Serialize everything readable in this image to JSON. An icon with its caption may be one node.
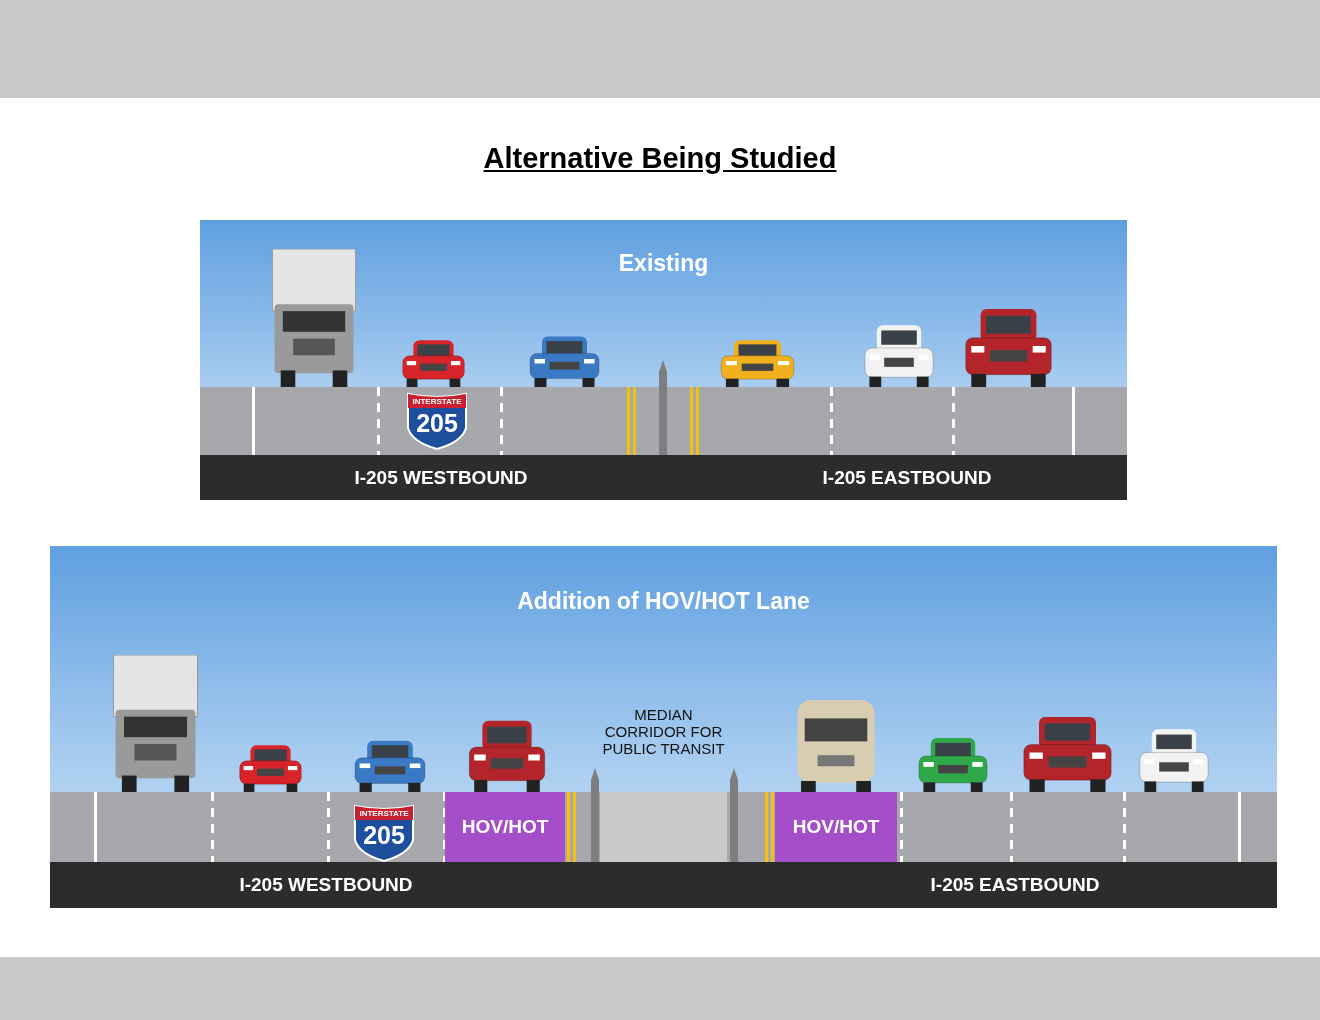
{
  "diagram": {
    "title": "Alternative Being Studied",
    "nodes": [
      {
        "text": [
          "Existing"
        ]
      },
      {
        "text": [
          "INTERSTATE",
          "205"
        ],
        "in": 0
      },
      {
        "text": [
          "Addition of HOV/HOT Lane"
        ]
      },
      {
        "text": [
          "INTERSTATE",
          "205"
        ],
        "in": 2
      },
      {
        "text": [
          "HOV/HOT"
        ],
        "in": 2
      },
      {
        "text": [
          "MEDIAN CORRIDOR FOR PUBLIC TRANSIT"
        ],
        "in": 2
      },
      {
        "text": [
          "HOV/HOT"
        ],
        "in": 2
      }
    ],
    "labels": [
      "I-205 WESTBOUND",
      "I-205 EASTBOUND",
      "I-205 WESTBOUND",
      "I-205 EASTBOUND"
    ]
  }
}
